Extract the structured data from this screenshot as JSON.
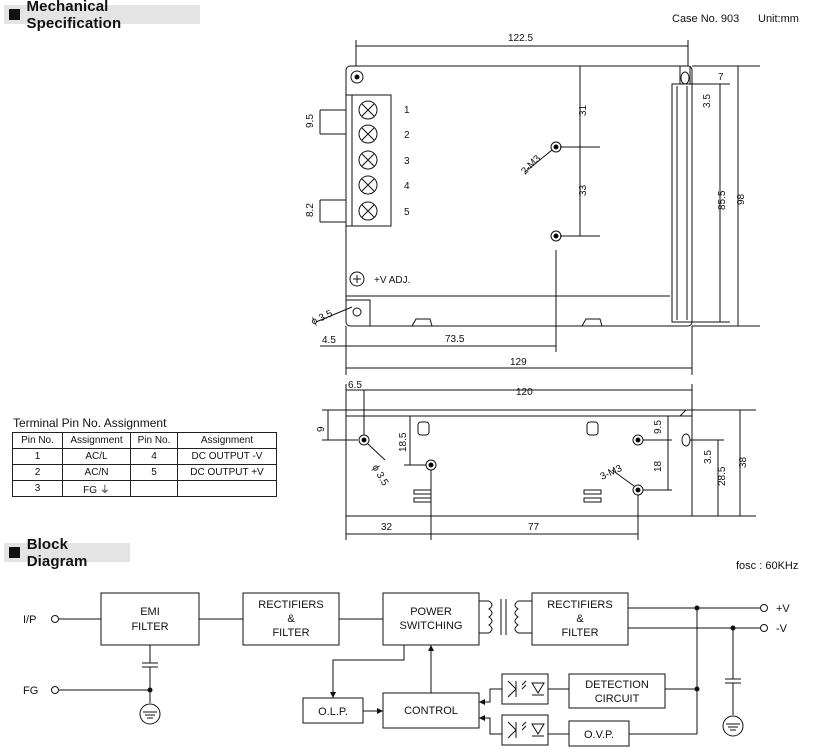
{
  "mech": {
    "title": "Mechanical Specification",
    "case_no": "Case No. 903",
    "unit": "Unit:mm",
    "top_view": {
      "dim_width": "122.5",
      "dim_7": "7",
      "dim_3_5": "3.5",
      "dim_85_5": "85.5",
      "dim_98": "98",
      "dim_31": "31",
      "dim_33": "33",
      "screw_label": "2-M3",
      "pitch_9_5": "9.5",
      "pitch_8_2": "8.2",
      "terminals": [
        "1",
        "2",
        "3",
        "4",
        "5"
      ],
      "vadj": "+V ADJ.",
      "hole_dia": "ϕ 3.5",
      "dim_4_5": "4.5",
      "dim_73_5": "73.5",
      "dim_129": "129"
    },
    "side_view": {
      "dim_6_5": "6.5",
      "dim_120": "120",
      "dim_9": "9",
      "dim_18_5": "18.5",
      "hole_dia": "ϕ 3.5",
      "dim_9_5": "9.5",
      "dim_18": "18",
      "screw_label": "3-M3",
      "dim_3_5": "3.5",
      "dim_28_5": "28.5",
      "dim_38": "38",
      "dim_32": "32",
      "dim_77": "77"
    }
  },
  "terminal_table": {
    "caption": "Terminal Pin No.  Assignment",
    "headers": [
      "Pin No.",
      "Assignment",
      "Pin No.",
      "Assignment"
    ],
    "rows": [
      [
        "1",
        "AC/L",
        "4",
        "DC OUTPUT -V"
      ],
      [
        "2",
        "AC/N",
        "5",
        "DC OUTPUT +V"
      ],
      [
        "3",
        "FG",
        "",
        ""
      ]
    ],
    "fg_symbol": "⏚"
  },
  "block": {
    "title": "Block Diagram",
    "fosc": "fosc : 60KHz",
    "ip": "I/P",
    "fg": "FG",
    "emi_1": "EMI",
    "emi_2": "FILTER",
    "rect1_1": "RECTIFIERS",
    "rect1_2": "&",
    "rect1_3": "FILTER",
    "power_1": "POWER",
    "power_2": "SWITCHING",
    "rect2_1": "RECTIFIERS",
    "rect2_2": "&",
    "rect2_3": "FILTER",
    "vplus": "+V",
    "vminus": "-V",
    "detect_1": "DETECTION",
    "detect_2": "CIRCUIT",
    "olp": "O.L.P.",
    "control": "CONTROL",
    "ovp": "O.V.P."
  }
}
